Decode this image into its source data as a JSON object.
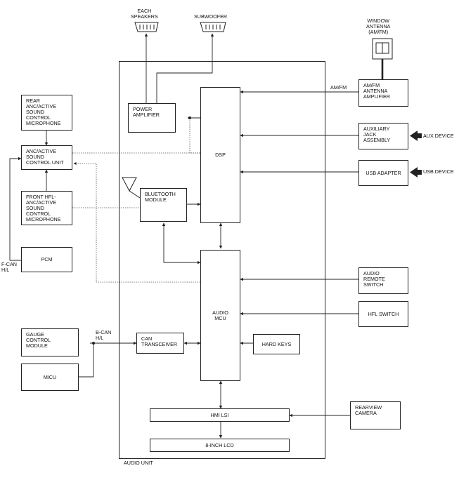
{
  "speakers": {
    "each_speakers": "EACH\nSPEAKERS",
    "subwoofer": "SUBWOOFER"
  },
  "antenna": {
    "window_antenna": "WINDOW\nANTENNA\n(AM/FM)",
    "amp": "AM/FM\nANTENNA\nAMPLIFIER",
    "signal_label": "AM/FM"
  },
  "blocks": {
    "power_amplifier": "POWER\nAMPLIFIER",
    "dsp": "DSP",
    "bluetooth_module": "BLUETOOTH\nMODULE",
    "audio_mcu": "AUDIO\nMCU",
    "can_transceiver": "CAN\nTRANSCEIVER",
    "hard_keys": "HARD KEYS",
    "hmi_lsi": "HMI LSI",
    "lcd": "8-inch LCD",
    "audio_unit": "AUDIO UNIT"
  },
  "left_modules": {
    "rear_mic": "REAR\nANC/ACTIVE\nSOUND\nCONTROL\nMICROPHONE",
    "anc_unit": "ANC/ACTIVE\nSOUND\nCONTROL UNIT",
    "front_mic": "FRONT HFL-\nANC/ACTIVE\nSOUND\nCONTROL\nMICROPHONE",
    "pcm": "PCM",
    "f_can": "F-CAN\nH/L",
    "b_can": "B-CAN\nH/L",
    "gauge": "GAUGE\nCONTROL\nMODULE",
    "micu": "MICU"
  },
  "right_modules": {
    "aux_jack": "AUXILIARY\nJACK\nASSEMBLY",
    "aux_device": "AUX DEVICE",
    "usb_adapter": "USB ADAPTER",
    "usb_device": "USB DEVICE",
    "remote_switch": "AUDIO\nREMOTE\nSWITCH",
    "hfl_switch": "HFL SWITCH",
    "rearview_camera": "REARVIEW\nCAMERA"
  }
}
